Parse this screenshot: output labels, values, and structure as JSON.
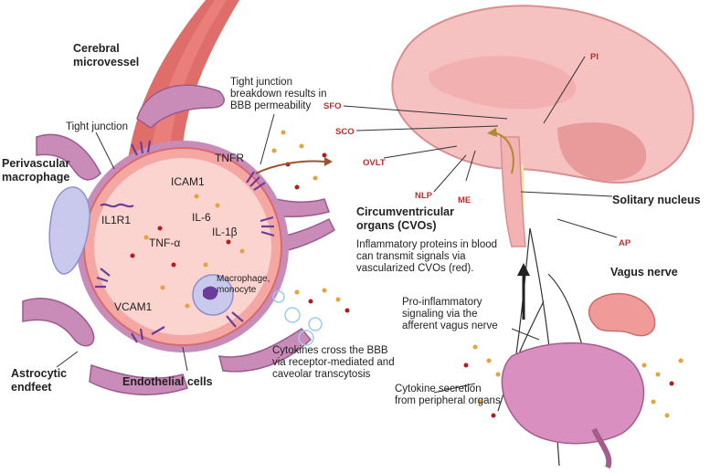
{
  "colors": {
    "vessel_wall": "#f4a7a3",
    "vessel_lumen": "#fbd3cf",
    "astrocyte": "#b77aa8",
    "macrophage": "#c9c9ee",
    "brain": "#f6c1c1",
    "label_red": "#c62828",
    "cytokine_orange": "#e6a23c",
    "cytokine_red": "#b71c1c",
    "receptor_purple": "#6a3d9a"
  },
  "left_panel": {
    "cerebral_microvessel": "Cerebral microvessel",
    "tight_junction": "Tight junction",
    "bbb_breakdown": "Tight junction breakdown results in BBB permeability",
    "perivascular_macrophage": "Perivascular macrophage",
    "tnfr": "TNFR",
    "icam1": "ICAM1",
    "il1r1": "IL1R1",
    "il6": "IL-6",
    "il1b": "IL-1β",
    "tnfa": "TNF-α",
    "macrophage_monocyte": "Macrophage, monocyte",
    "vcam1": "VCAM1",
    "astrocytic_endfeet": "Astrocytic endfeet",
    "endothelial_cells": "Endothelial cells",
    "cytokines_cross": "Cytokines cross the BBB via receptor-mediated and caveolar transcytosis"
  },
  "right_panel": {
    "pi": "PI",
    "sfo": "SFO",
    "sco": "SCO",
    "ovlt": "OVLT",
    "nlp": "NLP",
    "me": "ME",
    "ap": "AP",
    "cvo_title": "Circumventricular organs (CVOs)",
    "cvo_text": "Inflammatory proteins in blood can transmit signals via vascularized CVOs (red).",
    "solitary_nucleus": "Solitary nucleus",
    "vagus_nerve": "Vagus nerve",
    "pro_inflammatory": "Pro-inflammatory signaling via the afferent vagus nerve",
    "cytokine_secretion": "Cytokine secretion from peripheral organs"
  }
}
